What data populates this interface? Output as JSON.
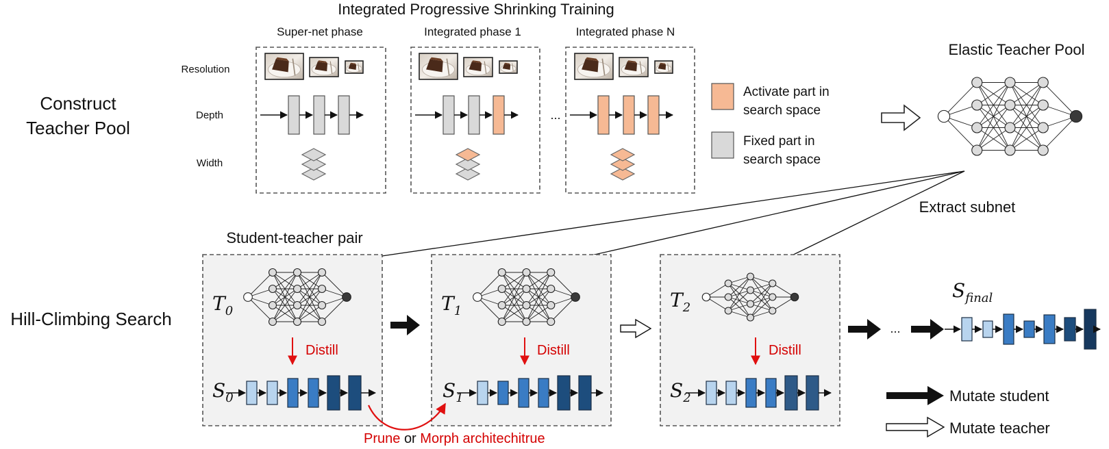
{
  "colors": {
    "activate": "#f6b994",
    "fixed": "#d9d9d9",
    "distill": "#e01010",
    "panel": "#f2f2f2",
    "blue_light": "#b8d4ee",
    "blue_mid": "#3a7cc4",
    "blue_dark": "#1d4d7d",
    "blue_navy": "#16385e"
  },
  "top": {
    "title": "Integrated Progressive Shrinking Training",
    "section_label_line1": "Construct",
    "section_label_line2": "Teacher Pool",
    "row_labels": [
      "Resolution",
      "Depth",
      "Width"
    ],
    "phases": [
      "Super-net phase",
      "Integrated phase 1",
      "Integrated phase N"
    ],
    "ellipsis": "...",
    "legend": {
      "activate_line1": "Activate part in",
      "activate_line2": "search space",
      "fixed_line1": "Fixed part in",
      "fixed_line2": "search space"
    },
    "pool_title": "Elastic Teacher Pool",
    "extract_label": "Extract subnet"
  },
  "bottom": {
    "section_label": "Hill-Climbing Search",
    "pair_label": "Student-teacher pair",
    "teachers": [
      "T",
      "T",
      "T"
    ],
    "teacher_subs": [
      "0",
      "1",
      "2"
    ],
    "students": [
      "S",
      "S",
      "S"
    ],
    "student_subs": [
      "0",
      "1",
      "2"
    ],
    "distill_label": "Distill",
    "final_label": "S",
    "final_sub": "final",
    "ellipsis": "...",
    "prune_label": "Prune",
    "or_label": "or",
    "morph_label": "Morph architechitrue",
    "legend_student": "Mutate student",
    "legend_teacher": "Mutate teacher"
  }
}
